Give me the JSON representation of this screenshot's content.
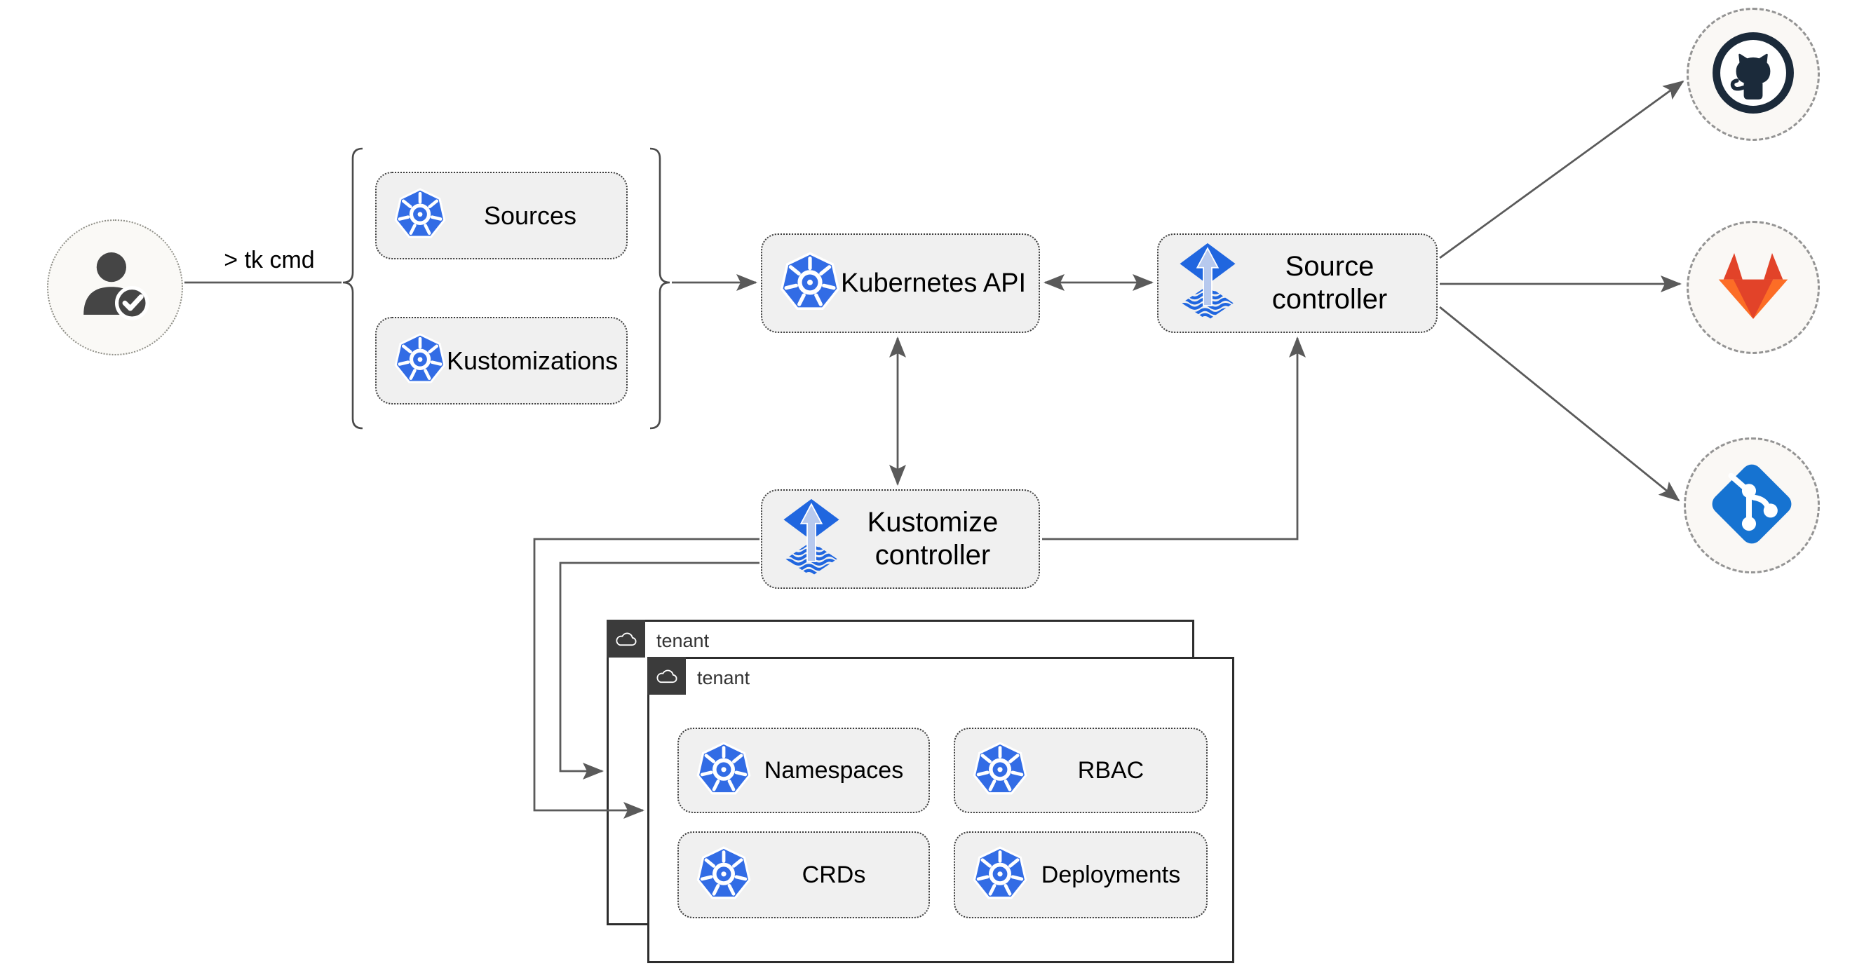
{
  "diagram": {
    "title_hint": "GitOps toolkit flow diagram",
    "user": {
      "command": "> tk cmd"
    },
    "cli_group": {
      "sources_label": "Sources",
      "kustomizations_label": "Kustomizations"
    },
    "nodes": {
      "kubernetes_api_label": "Kubernetes API",
      "source_controller_label": "Source controller",
      "kustomize_controller_label": "Kustomize controller"
    },
    "tenants": {
      "back": {
        "label": "tenant"
      },
      "front": {
        "label": "tenant",
        "resources": {
          "namespaces_label": "Namespaces",
          "rbac_label": "RBAC",
          "crds_label": "CRDs",
          "deployments_label": "Deployments"
        }
      }
    },
    "repositories": {
      "github_icon": "github-octocat",
      "gitlab_icon": "gitlab-tanuki",
      "git_icon": "git-branch-diamond"
    },
    "icons": {
      "kubernetes": "kubernetes-wheel-icon",
      "flux_kustomize": "kustomize-arrow-waves-icon",
      "cloud": "cloud-outline-icon",
      "user": "person-check-icon"
    },
    "colors": {
      "kubernetes_blue": "#326ce5",
      "kustomize_blue": "#2066df",
      "kustomize_arrow_light": "#b7c9ee",
      "github_navy": "#1b2a3a",
      "gitlab_red": "#e24329",
      "gitlab_orange": "#fc6d26",
      "git_blue": "#1673d1",
      "connector_gray": "#5a5a5a",
      "node_fill": "#f0f0f0",
      "tenant_badge_bg": "#3b3b3b"
    }
  }
}
